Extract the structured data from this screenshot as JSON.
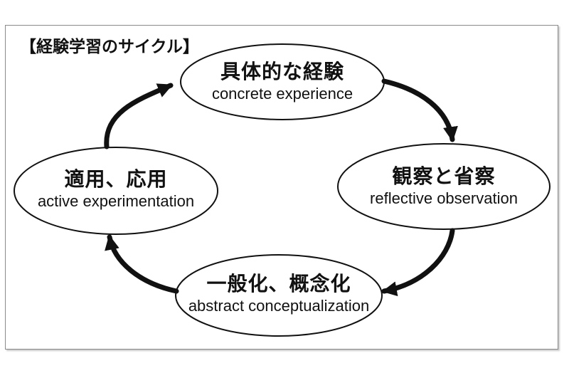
{
  "title": "【経験学習のサイクル】",
  "cycle": {
    "type": "cycle-diagram",
    "direction": "clockwise",
    "nodes": [
      {
        "position": "top",
        "jp": "具体的な経験",
        "en": "concrete experience"
      },
      {
        "position": "right",
        "jp": "観察と省察",
        "en": "reflective observation"
      },
      {
        "position": "bottom",
        "jp": "一般化、概念化",
        "en": "abstract conceptualization"
      },
      {
        "position": "left",
        "jp": "適用、応用",
        "en": "active experimentation"
      }
    ],
    "arrows": [
      {
        "from": "concrete experience",
        "to": "reflective observation"
      },
      {
        "from": "reflective observation",
        "to": "abstract conceptualization"
      },
      {
        "from": "abstract conceptualization",
        "to": "active experimentation"
      },
      {
        "from": "active experimentation",
        "to": "concrete experience"
      }
    ],
    "colors": {
      "ink": "#111111",
      "background": "#ffffff",
      "frame_border": "#8a8a8a"
    }
  }
}
